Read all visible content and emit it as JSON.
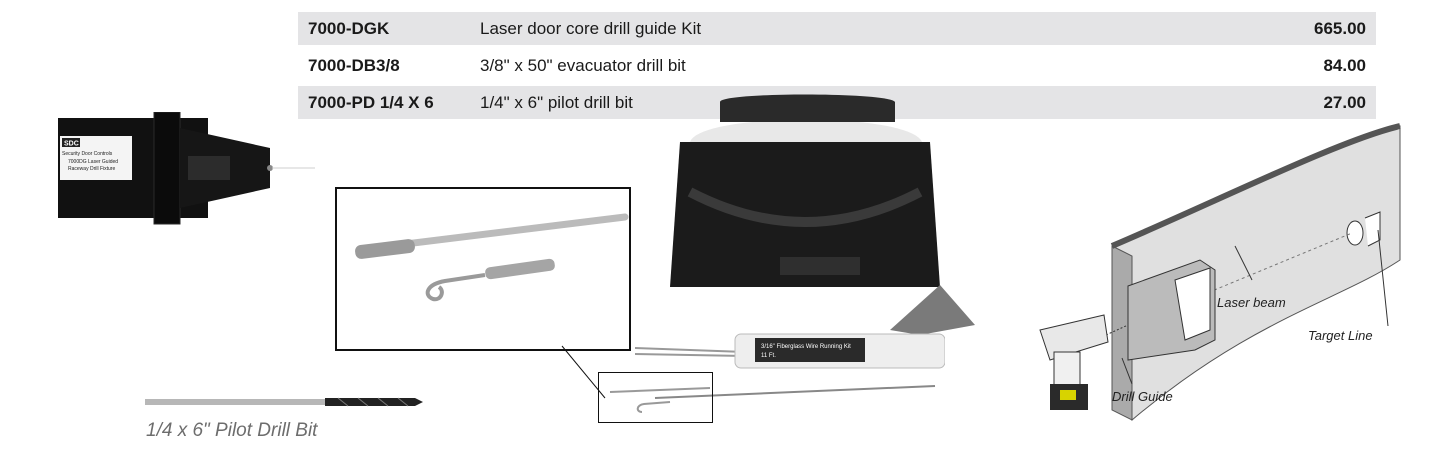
{
  "price_table": {
    "rows": [
      {
        "sku": "7000-DGK",
        "description": "Laser door core drill guide Kit",
        "price": "665.00"
      },
      {
        "sku": "7000-DB3/8",
        "description": "3/8\" x 50\" evacuator drill bit",
        "price": "84.00"
      },
      {
        "sku": "7000-PD 1/4 X 6",
        "description": "1/4\" x 6\" pilot drill bit",
        "price": "27.00"
      }
    ]
  },
  "device_label": {
    "brand": "SDC",
    "line1": "Security Door Controls",
    "line2": "7000DG Laser Guided",
    "line3": "Raceway Drill Fixture"
  },
  "wire_kit_tube_label": {
    "line1": "3/16\" Fiberglass Wire Running Kit",
    "line2": "11 Ft."
  },
  "diagram_labels": {
    "laser_beam": "Laser beam",
    "target_line": "Target Line",
    "drill_guide": "Drill Guide"
  },
  "captions": {
    "pilot_drill_bit": "1/4 x 6\" Pilot Drill Bit"
  },
  "colors": {
    "row_shade": "#e4e4e6",
    "device_body": "#111111"
  }
}
